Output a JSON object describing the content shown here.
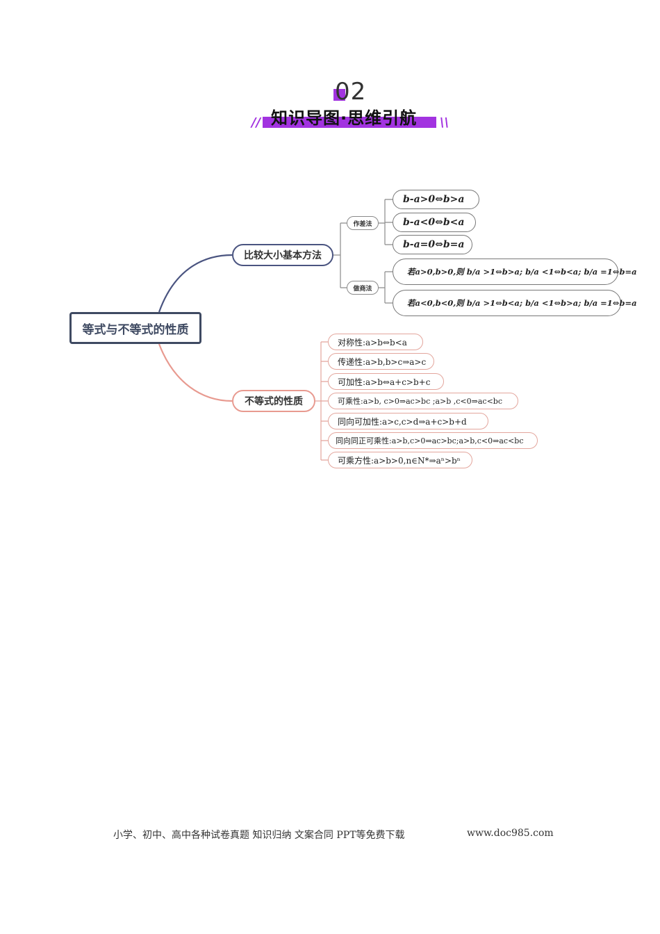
{
  "header": {
    "section_number": "02",
    "section_title": "知识导图·思维引航",
    "slash_left": "//",
    "slash_right": "\\\\"
  },
  "mindmap": {
    "root": "等式与不等式的性质",
    "branch_compare": {
      "label": "比较大小基本方法",
      "methods": [
        {
          "label": "作差法",
          "leaves": [
            "b-a>0⇔b>a",
            "b-a<0⇔b<a",
            "b-a=0⇔b=a"
          ]
        },
        {
          "label": "做商法",
          "leaves": [
            "若a>0,b>0,则 b/a >1⇔b>a; b/a <1⇔b<a; b/a =1⇔b=a",
            "若a<0,b<0,则 b/a >1⇔b<a; b/a <1⇔b>a; b/a =1⇔b=a"
          ]
        }
      ]
    },
    "branch_properties": {
      "label": "不等式的性质",
      "items": [
        "对称性:a>b⇔b<a",
        "传递性:a>b,b>c⇒a>c",
        "可加性:a>b⇔a+c>b+c",
        "可乘性:a>b, c>0⇒ac>bc ;a>b ,c<0⇒ac<bc",
        "同向可加性:a>c,c>d⇒a+c>b+d",
        "同向同正可乘性:a>b,c>0⇒ac>bc;a>b,c<0⇒ac<bc",
        "可乘方性:a>b>0,n∈N*⇒aⁿ>bⁿ"
      ]
    },
    "colors": {
      "top_branch": "#4a5480",
      "bottom_branch": "#e89a90",
      "accent": "#a233e0"
    }
  },
  "footer": {
    "text": "小学、初中、高中各种试卷真题 知识归纳 文案合同 PPT等免费下载",
    "url": "www.doc985.com"
  }
}
